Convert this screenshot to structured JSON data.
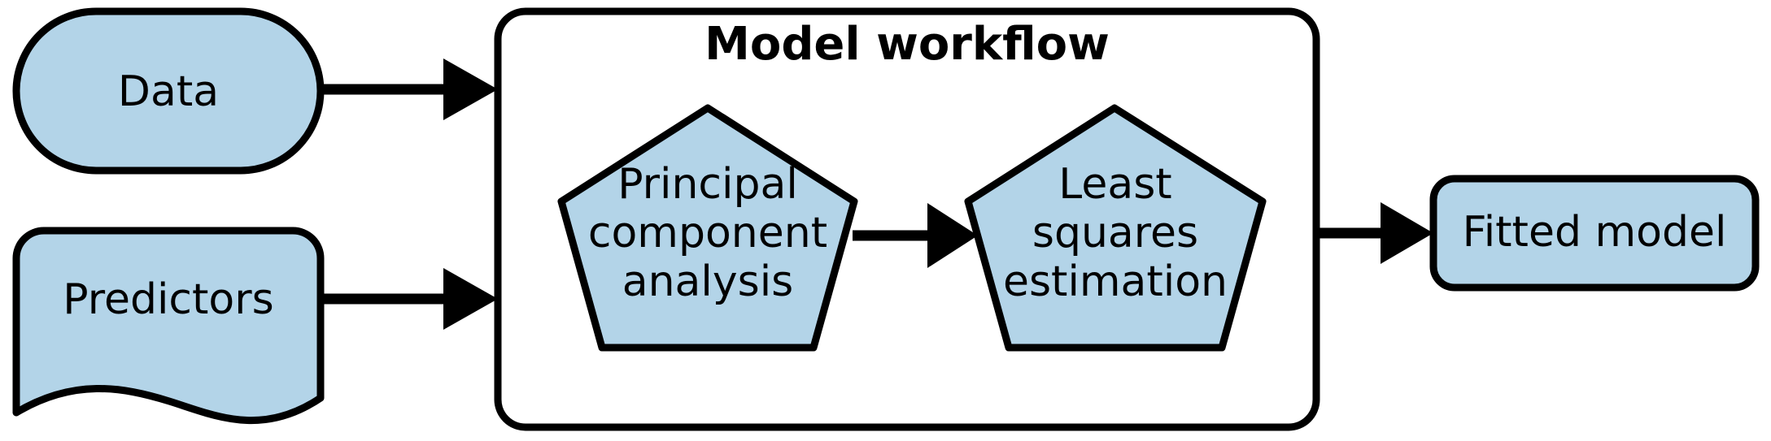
{
  "diagram": {
    "title_text": "Model workflow",
    "colors": {
      "node_fill": "#b3d4e8",
      "node_stroke": "#000000",
      "group_fill": "#ffffff",
      "group_stroke": "#000000",
      "arrow": "#000000",
      "background": "#ffffff"
    },
    "nodes": [
      {
        "id": "data",
        "label": "Data",
        "shape": "stadium"
      },
      {
        "id": "predictors",
        "label": "Predictors",
        "shape": "document-wave"
      },
      {
        "id": "pca",
        "label_line1": "Principal",
        "label_line2": "component",
        "label_line3": "analysis",
        "shape": "pentagon"
      },
      {
        "id": "lse",
        "label_line1": "Least",
        "label_line2": "squares",
        "label_line3": "estimation",
        "shape": "pentagon"
      },
      {
        "id": "fitted_model",
        "label": "Fitted model",
        "shape": "rounded-rectangle"
      }
    ],
    "group": {
      "id": "model_workflow",
      "title": "Model workflow",
      "shape": "rounded-rectangle-container"
    },
    "edges": [
      {
        "id": "data-to-workflow",
        "from": "data",
        "to": "model_workflow"
      },
      {
        "id": "predictors-to-workflow",
        "from": "predictors",
        "to": "model_workflow"
      },
      {
        "id": "pca-to-lse",
        "from": "pca",
        "to": "lse"
      },
      {
        "id": "workflow-to-fitted-model",
        "from": "model_workflow",
        "to": "fitted_model"
      }
    ]
  }
}
